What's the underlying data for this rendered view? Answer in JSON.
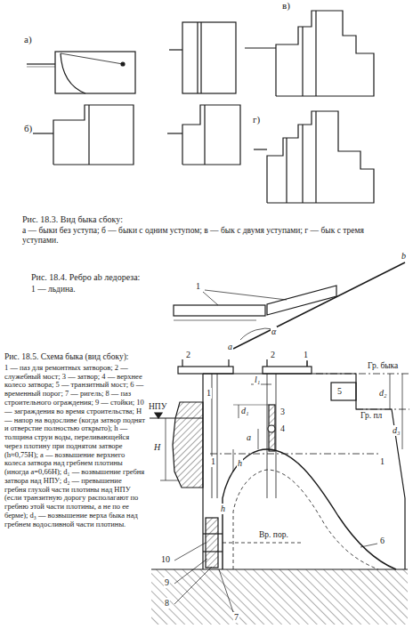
{
  "diagram": {
    "labels": [
      "а)",
      "б)",
      "в)",
      "г)",
      "Рис. 18.3. Вид быка сбоку:",
      "а — быки без уступа; б — быки с одним уступом; в — бык с двумя уступами; г — бык с тремя уступами.",
      "Рис. 18.4. Ребро ab ледореза:",
      "1 — льдина.",
      "1",
      "a",
      "b",
      "α",
      "Рис. 18.5. Схема быка (вид сбоку):",
      "1 — паз для ремонтных затворов; 2 — служебный мост; 3 — затвор; 4 — верхнее колесо затвора; 5 — транзитный мост; 6 — временный порог; 7 — ригель; 8 — паз строительного ограждения; 9 — стойки; 10 — заграждения во время строительства; H — напор на водосливе (когда затвор поднят и отверстие полностью открыто); h — толщина струи воды, переливающейся через плотину при поднятом затворе (h≈0,75H); a — возвышение верхнего колеса затвора над гребнем плотины (иногда a=0,66H); d₁ — возвышение гребня затвора над НПУ; d₂ — превышение гребня глухой части плотины над НПУ (если транзитную дорогу располагают по гребню этой части плотины, а не по ее берме); d₃ — возвышение верха быка над гребнем водосливной части плотины.",
      "2",
      "2",
      "1",
      "Гр. быка",
      "НПУ",
      "1",
      "l₁",
      "d₁",
      "3",
      "4",
      "5",
      "d₂",
      "d₃",
      "Гр. пл",
      "H",
      "a",
      "1",
      "1",
      "h",
      "h",
      "10",
      "9",
      "8",
      "7",
      "Вр. пор.",
      "6"
    ]
  }
}
